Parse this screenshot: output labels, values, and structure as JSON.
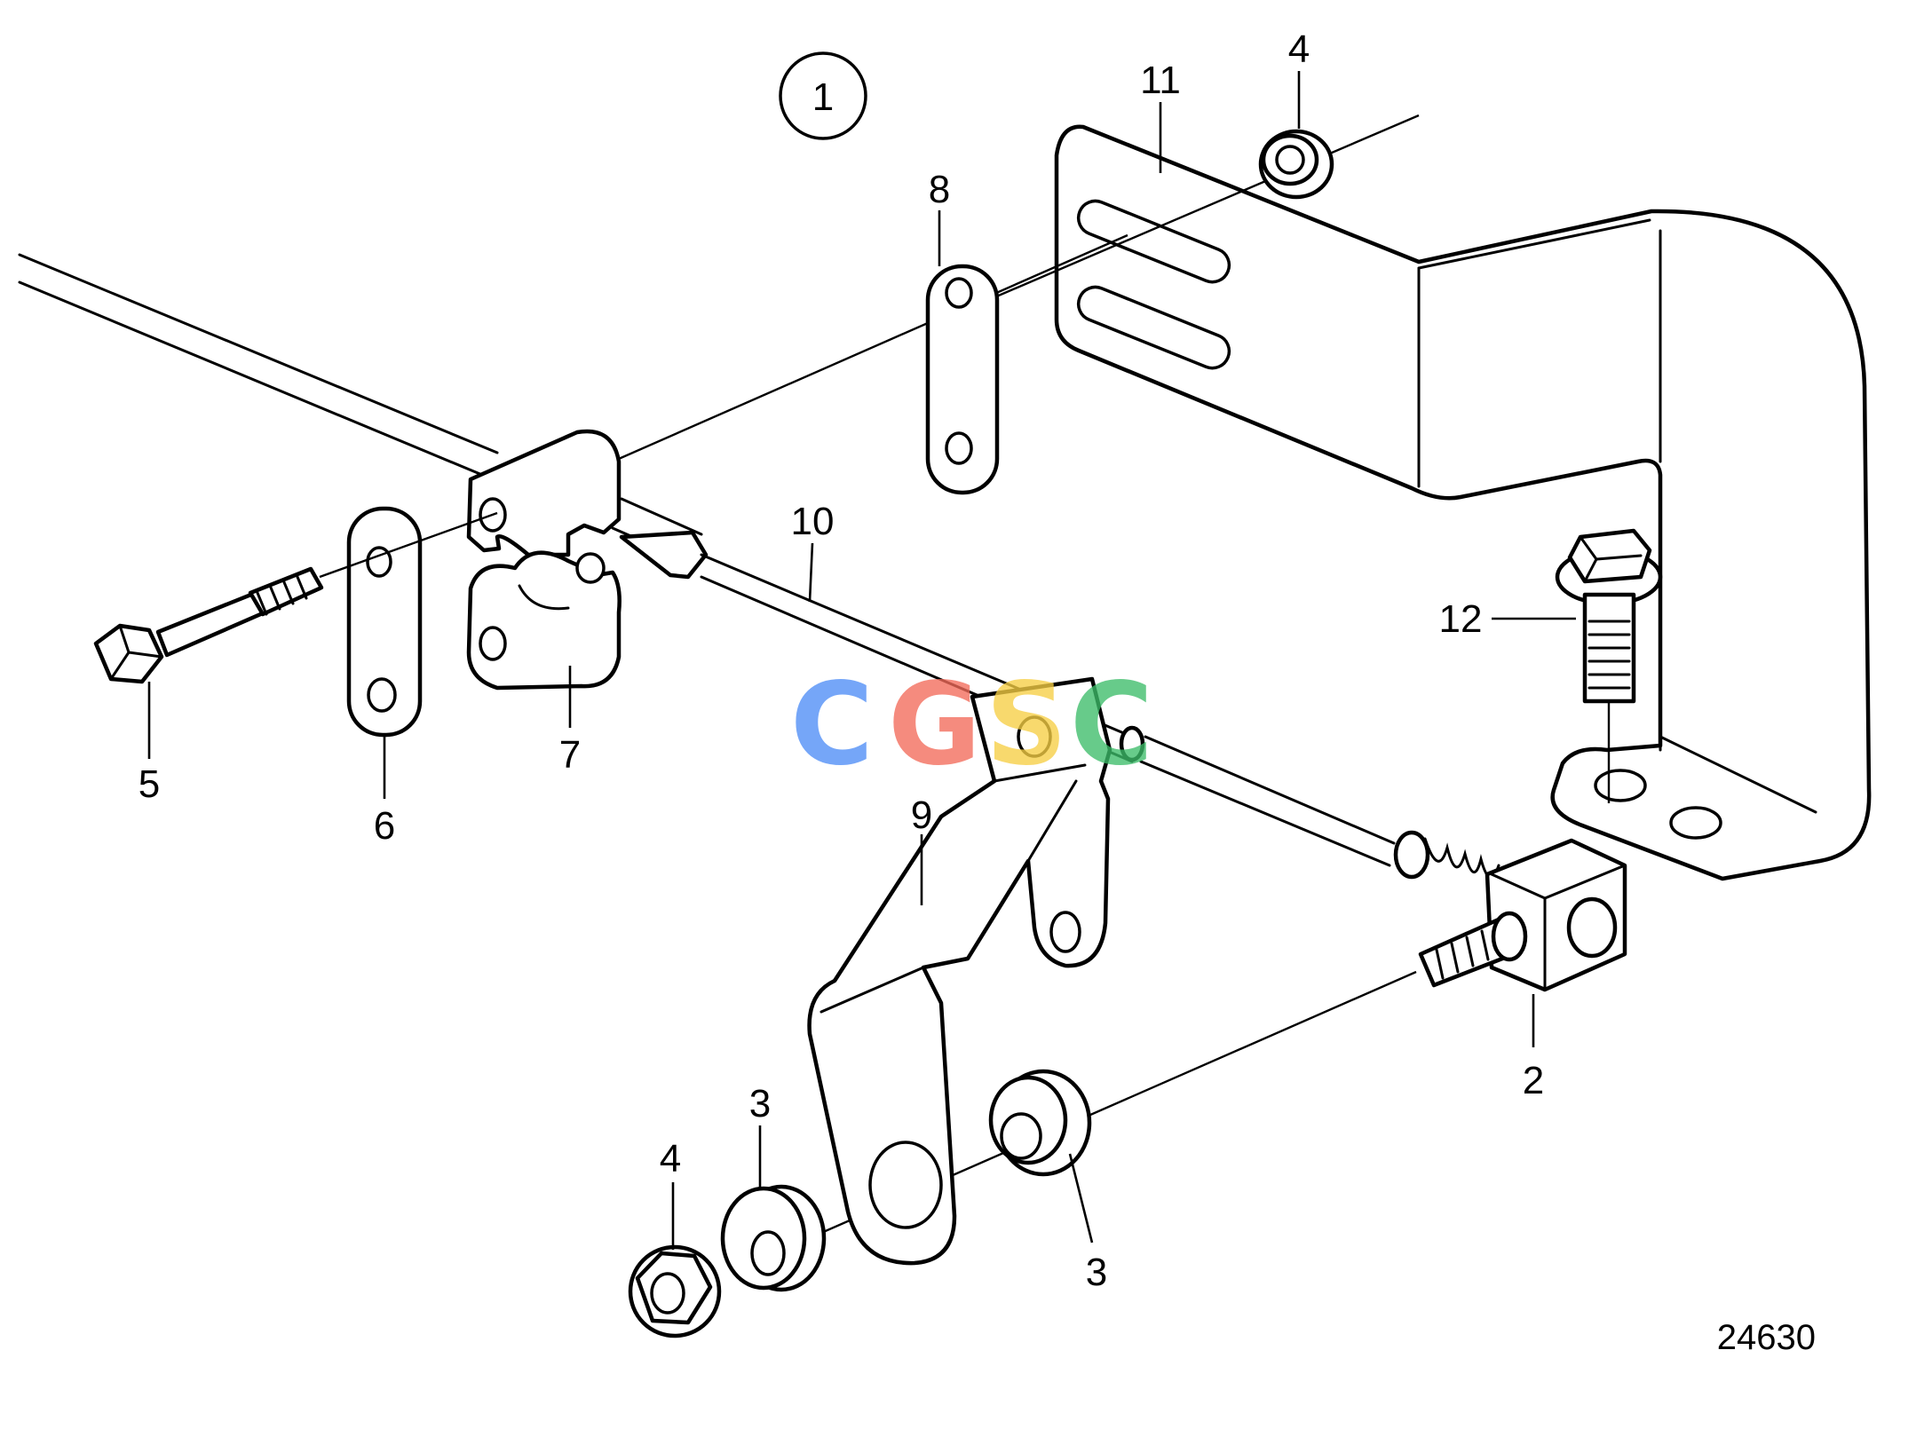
{
  "diagram": {
    "group_marker": "1",
    "figure_number": "24630",
    "watermark": {
      "letters": [
        "C",
        "G",
        "S",
        "C"
      ],
      "colors": [
        "#4f8ef7",
        "#f36b5a",
        "#f7cf45",
        "#3dbd6a"
      ]
    },
    "callouts": {
      "part_2": "2",
      "part_3_upper": "3",
      "part_3_lower": "3",
      "part_4_upper": "4",
      "part_4_lower": "4",
      "part_5": "5",
      "part_6": "6",
      "part_7": "7",
      "part_8": "8",
      "part_9": "9",
      "part_10": "10",
      "part_11": "11",
      "part_12": "12"
    }
  }
}
